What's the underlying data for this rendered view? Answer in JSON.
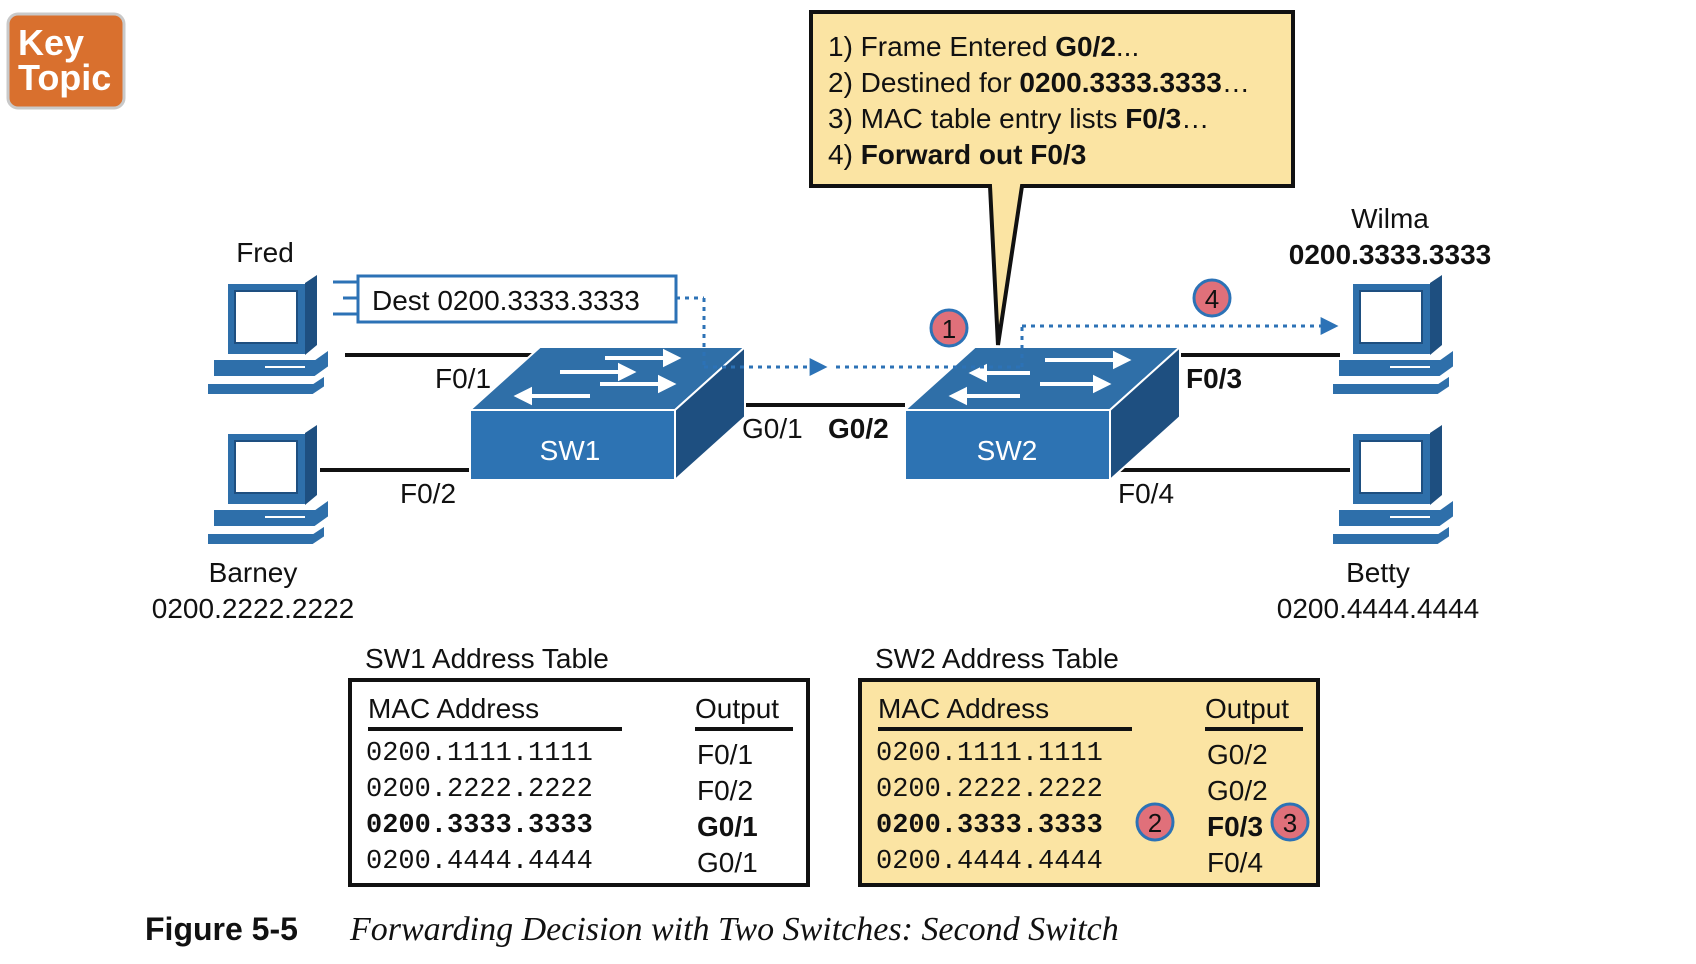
{
  "badge": {
    "line1": "Key",
    "line2": "Topic"
  },
  "callout": {
    "lines": [
      {
        "normal": "1) Frame Entered ",
        "bold": "G0/2",
        "tail": "..."
      },
      {
        "normal": "2) Destined for ",
        "bold": "0200.3333.3333",
        "tail": "…"
      },
      {
        "normal": "3) MAC table entry lists ",
        "bold": "F0/3",
        "tail": "…"
      },
      {
        "normal": "4) ",
        "bold": "Forward out F0/3",
        "tail": ""
      }
    ]
  },
  "dest_label": "Dest 0200.3333.3333",
  "hosts": {
    "fred": {
      "name": "Fred"
    },
    "barney": {
      "name": "Barney",
      "mac": "0200.2222.2222"
    },
    "wilma": {
      "name": "Wilma",
      "mac": "0200.3333.3333"
    },
    "betty": {
      "name": "Betty",
      "mac": "0200.4444.4444"
    }
  },
  "switches": {
    "sw1": "SW1",
    "sw2": "SW2"
  },
  "ports": {
    "sw1_f01": "F0/1",
    "sw1_f02": "F0/2",
    "sw1_g01": "G0/1",
    "sw2_g02": "G0/2",
    "sw2_f03": "F0/3",
    "sw2_f04": "F0/4"
  },
  "step_markers": [
    "1",
    "2",
    "3",
    "4"
  ],
  "tables": {
    "sw1": {
      "title": "SW1 Address Table",
      "headers": [
        "MAC Address",
        "Output"
      ],
      "rows": [
        [
          "0200.1111.1111",
          "F0/1"
        ],
        [
          "0200.2222.2222",
          "F0/2"
        ],
        [
          "0200.3333.3333",
          "G0/1"
        ],
        [
          "0200.4444.4444",
          "G0/1"
        ]
      ]
    },
    "sw2": {
      "title": "SW2 Address Table",
      "headers": [
        "MAC Address",
        "Output"
      ],
      "rows": [
        [
          "0200.1111.1111",
          "G0/2"
        ],
        [
          "0200.2222.2222",
          "G0/2"
        ],
        [
          "0200.3333.3333",
          "F0/3"
        ],
        [
          "0200.4444.4444",
          "F0/4"
        ]
      ]
    }
  },
  "caption": {
    "label": "Figure 5-5",
    "text": "Forwarding Decision with Two Switches: Second Switch"
  },
  "colors": {
    "badge": "#d9702e",
    "switch_top": "#2f6fa8",
    "switch_front": "#2d73b3",
    "switch_side": "#1e4f80",
    "pc_fill": "#2e6faa",
    "arrow": "#2c72b6",
    "callout_bg": "#fbe4a3",
    "marker": "#e0707a"
  }
}
